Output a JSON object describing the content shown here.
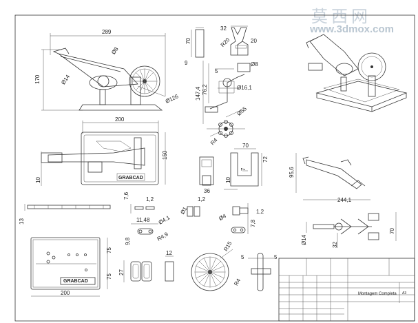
{
  "watermark": {
    "cn": "莫西网",
    "url": "www.3dmox.com"
  },
  "brand": "GRABCAD",
  "dimensions": {
    "side_width": "289",
    "side_height": "170",
    "side_d14": "Ø14",
    "side_d8": "Ø8",
    "side_d126": "Ø126",
    "top_width": "200",
    "top_height": "150",
    "top_10": "10",
    "clamp_32": "32",
    "clamp_70": "70",
    "clamp_R20": "R20",
    "clamp_20": "20",
    "crank_9": "9",
    "crank_147_4": "147,4",
    "crank_76_2": "76,2",
    "crank_5": "5",
    "crank_d8": "Ø8",
    "crank_d16_1": "Ø16,1",
    "sprocket_d55": "Ø55",
    "sprocket_R4": "R4",
    "bracket_70": "70",
    "bracket_72": "72",
    "bracket_7": "7",
    "bracket_36": "36",
    "bracket_10": "10",
    "frame_95_6": "95,6",
    "frame_244_1": "244,1",
    "plate_13": "13",
    "link_7_6": "7,6",
    "link_1_2a": "1,2",
    "link_11_48": "11,48",
    "link_d4_1": "Ø4,1",
    "link_9_8": "9,8",
    "link_R4_9": "R4,9",
    "link_d1": "Ø1",
    "link_1_2b": "1,2",
    "link_d4": "Ø4",
    "link_7_8": "7,8",
    "link_1_2c": "1,2",
    "fork_d14": "Ø14",
    "fork_32": "32",
    "fork_70": "70",
    "base_75a": "75",
    "base_75b": "75",
    "base_200": "200",
    "pad_27": "27",
    "pad_12": "12",
    "wheel_R15": "R15",
    "wheel_R4": "R4",
    "hub_5a": "5",
    "hub_5b": "5"
  },
  "title_block": {
    "title": "Montagem Completa",
    "sheet": "A3"
  }
}
